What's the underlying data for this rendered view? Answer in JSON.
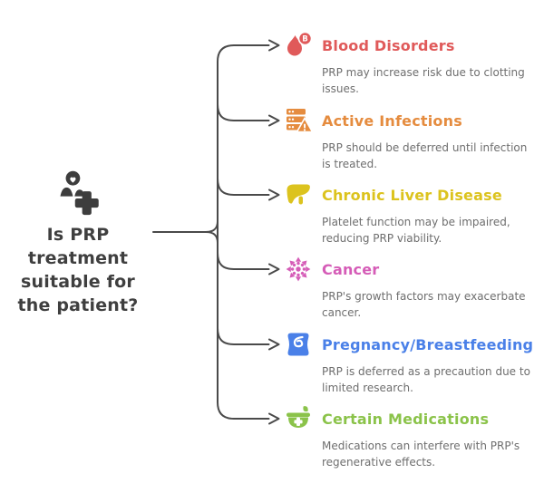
{
  "diagram": {
    "question": "Is PRP\ntreatment\nsuitable for\nthe patient?",
    "question_color": "#3f3f3f",
    "node_icon_color": "#3d3d3d",
    "line_color": "#4a4a4a",
    "description_color": "#6e6e6e",
    "background": "#ffffff"
  },
  "items": [
    {
      "title": "Blood Disorders",
      "description": "PRP may increase risk due to clotting\nissues.",
      "color": "#e05a5a",
      "icon": "blood-drop",
      "badge": "B"
    },
    {
      "title": "Active Infections",
      "description": "PRP should be deferred until infection\nis treated.",
      "color": "#e58c3f",
      "icon": "server-warning"
    },
    {
      "title": "Chronic Liver Disease",
      "description": "Platelet function may be impaired,\nreducing PRP viability.",
      "color": "#dcc31e",
      "icon": "liver"
    },
    {
      "title": "Cancer",
      "description": "PRP's growth factors may exacerbate\ncancer.",
      "color": "#d55cb7",
      "icon": "cancer-cells"
    },
    {
      "title": "Pregnancy/Breastfeeding",
      "description": "PRP is deferred as a precaution due to\nlimited research.",
      "color": "#4a80e8",
      "icon": "pregnancy"
    },
    {
      "title": "Certain Medications",
      "description": "Medications can interfere with PRP's\nregenerative effects.",
      "color": "#8bc34a",
      "icon": "mortar-pestle"
    }
  ]
}
